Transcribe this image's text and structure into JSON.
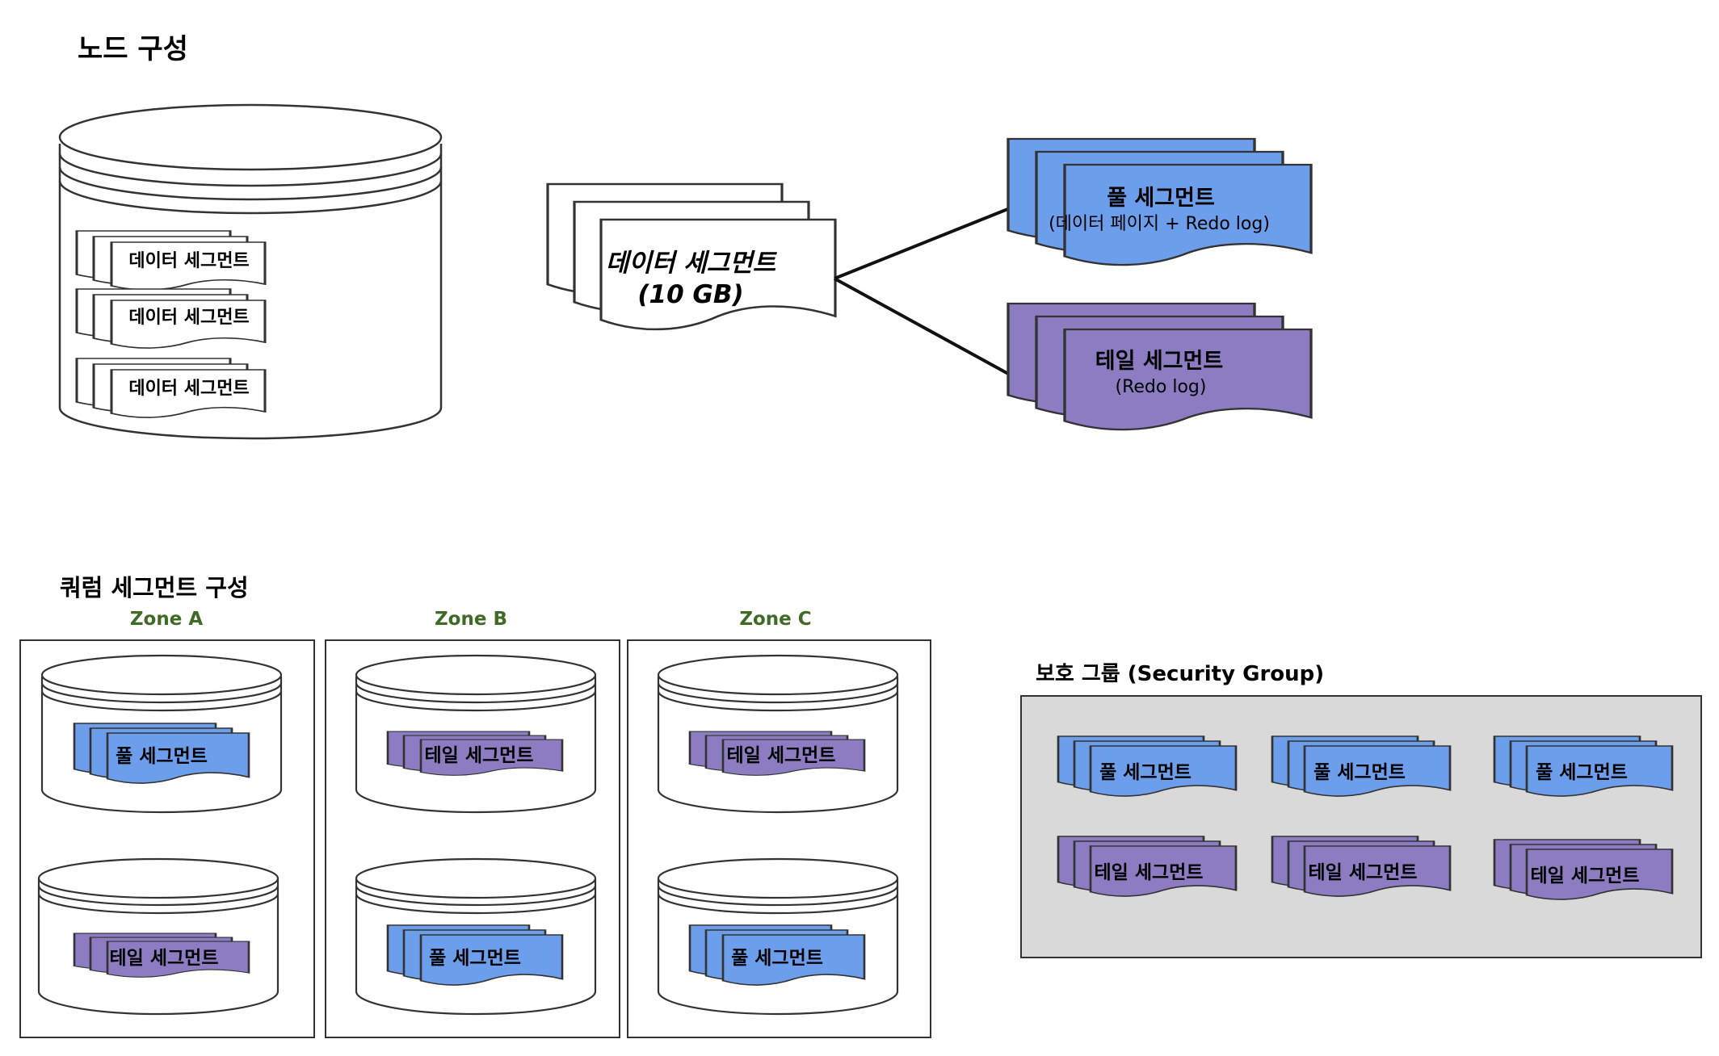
{
  "titles": {
    "node": "노드 구성",
    "quorum": "쿼럼 세그먼트 구성",
    "security": "보호 그룹 (Security Group)"
  },
  "node": {
    "segment_label": "데이터 세그먼트",
    "segments": [
      "데이터 세그먼트",
      "데이터 세그먼트",
      "데이터 세그먼트"
    ]
  },
  "data_segment": {
    "label": "데이터 세그먼트",
    "size": "(10 GB)"
  },
  "full_segment": {
    "label": "풀  세그먼트",
    "desc": "(데이터 페이지 + Redo log)"
  },
  "tail_segment": {
    "label": "테일 세그먼트",
    "desc": "(Redo log)"
  },
  "zones": [
    {
      "name": "Zone A",
      "top": "풀  세그먼트",
      "bottom": "테일 세그먼트"
    },
    {
      "name": "Zone B",
      "top": "테일 세그먼트",
      "bottom": "풀  세그먼트"
    },
    {
      "name": "Zone C",
      "top": "테일 세그먼트",
      "bottom": "풀  세그먼트"
    }
  ],
  "security_group": {
    "row1": [
      "풀  세그먼트",
      "풀  세그먼트",
      "풀  세그먼트"
    ],
    "row2": [
      "테일 세그먼트",
      "테일 세그먼트",
      "테일 세그먼트"
    ]
  },
  "colors": {
    "full": "#6d9eeb",
    "tail": "#8e7cc3",
    "zone_label": "#3f6b26",
    "group_bg": "#d9d9d9",
    "stroke": "#333333"
  }
}
